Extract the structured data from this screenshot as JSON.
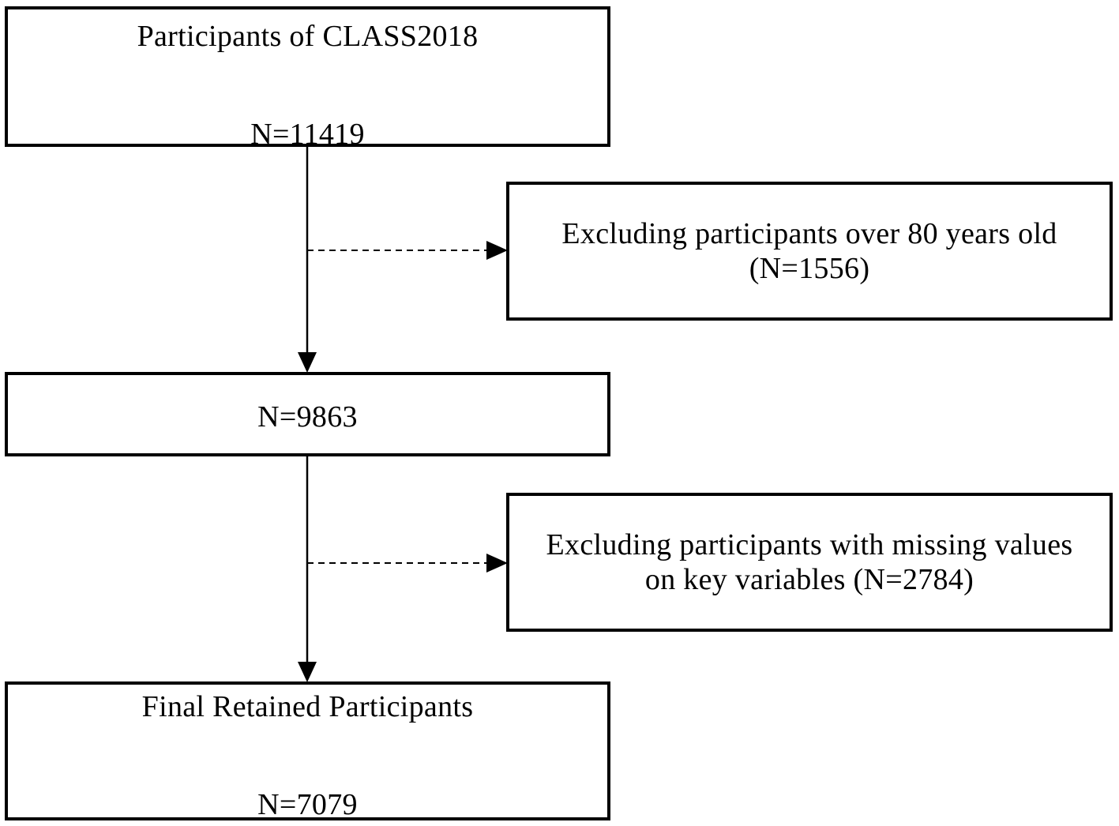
{
  "diagram": {
    "box1": {
      "title": "Participants of CLASS2018",
      "count": "N=11419"
    },
    "exclusion1": {
      "line1": "Excluding participants over 80 years old",
      "line2": "(N=1556)"
    },
    "box2": {
      "count": "N=9863"
    },
    "exclusion2": {
      "line1": "Excluding participants with missing values",
      "line2": "on key variables (N=2784)"
    },
    "box3": {
      "title": "Final Retained Participants",
      "count": "N=7079"
    }
  }
}
